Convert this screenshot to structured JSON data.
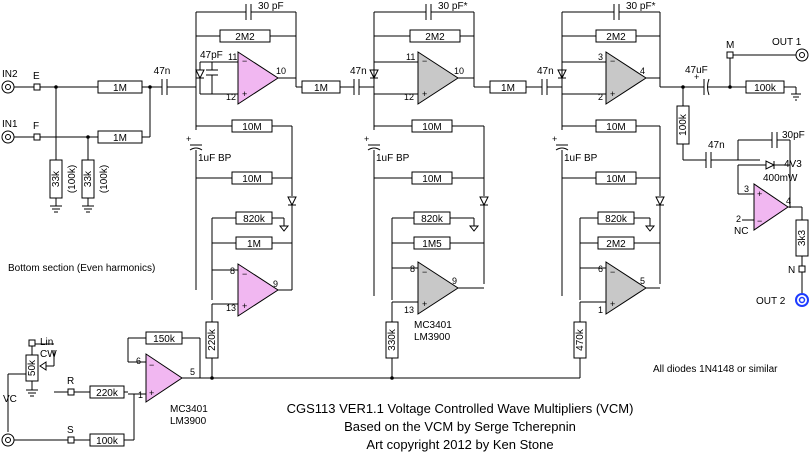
{
  "inputs": {
    "in2": "IN2",
    "in1": "IN1",
    "vc": "VC",
    "lin": "Lin",
    "cw": "CW",
    "e": "E",
    "f": "F",
    "r": "R",
    "s": "S"
  },
  "outputs": {
    "out1": "OUT 1",
    "out2": "OUT 2",
    "m": "M",
    "n": "N"
  },
  "input_section": {
    "r_in2": "1M",
    "r_in1": "1M",
    "cap": "47n",
    "r_gnd1": "33k",
    "r_gnd1_alt": "(100k)",
    "r_gnd2": "33k",
    "r_gnd2_alt": "(100k)"
  },
  "stage1": {
    "cap_top": "30 pF",
    "r_fb": "2M2",
    "cap_47p": "47pF",
    "cap_in": "47n",
    "pin_minus": "11",
    "pin_plus": "12",
    "pin_out": "10",
    "cap_bp": "1uF BP",
    "r_a": "10M",
    "r_b": "10M",
    "r_c": "820k",
    "r_d": "1M",
    "pin_b_minus": "8",
    "pin_b_plus": "13",
    "pin_b_out": "9",
    "r_bias": "220k",
    "r_out": "1M"
  },
  "stage2": {
    "cap_top": "30 pF*",
    "r_fb": "2M2",
    "cap_in": "47n",
    "pin_minus": "11",
    "pin_plus": "12",
    "pin_out": "10",
    "cap_bp": "1uF BP",
    "r_a": "10M",
    "r_b": "10M",
    "r_c": "820k",
    "r_d": "1M5",
    "pin_b_minus": "8",
    "pin_b_plus": "13",
    "pin_b_out": "9",
    "r_bias": "330k",
    "r_out": "1M",
    "chip1": "MC3401",
    "chip2": "LM3900"
  },
  "stage3": {
    "cap_top": "30 pF*",
    "r_fb": "2M2",
    "cap_in": "47n",
    "pin_minus": "3",
    "pin_plus": "2",
    "pin_out": "4",
    "cap_bp": "1uF BP",
    "r_a": "10M",
    "r_b": "10M",
    "r_c": "820k",
    "r_d": "2M2",
    "pin_b_minus": "6",
    "pin_b_plus": "1",
    "pin_b_out": "5",
    "r_bias": "470k"
  },
  "output_section": {
    "cap_out": "47uF",
    "r_load": "100k",
    "r_div": "100k",
    "cap_47n": "47n",
    "cap_30p": "30pF",
    "zener": "4V3",
    "zener_power": "400mW",
    "pin_plus": "3",
    "pin_minus": "2",
    "pin_out": "4",
    "nc": "NC",
    "r_out2": "3k3"
  },
  "cv_section": {
    "pot": "50k",
    "r_r": "220k",
    "r_s": "100k",
    "r_fb": "150k",
    "pin_minus": "6",
    "pin_plus": "1",
    "pin_out": "5",
    "chip1": "MC3401",
    "chip2": "LM3900"
  },
  "notes": {
    "bottom": "Bottom section (Even harmonics)",
    "diodes": "All diodes 1N4148 or similar"
  },
  "title": {
    "line1": "CGS113  VER1.1 Voltage Controlled Wave Multipliers (VCM)",
    "line2": "Based on the VCM by Serge Tcherepnin",
    "line3": "Art copyright 2012 by Ken Stone"
  },
  "colors": {
    "opamp_active": "#f1b7f1",
    "opamp_inactive": "#c8c8c8",
    "out2_jack": "#1e3cff"
  }
}
